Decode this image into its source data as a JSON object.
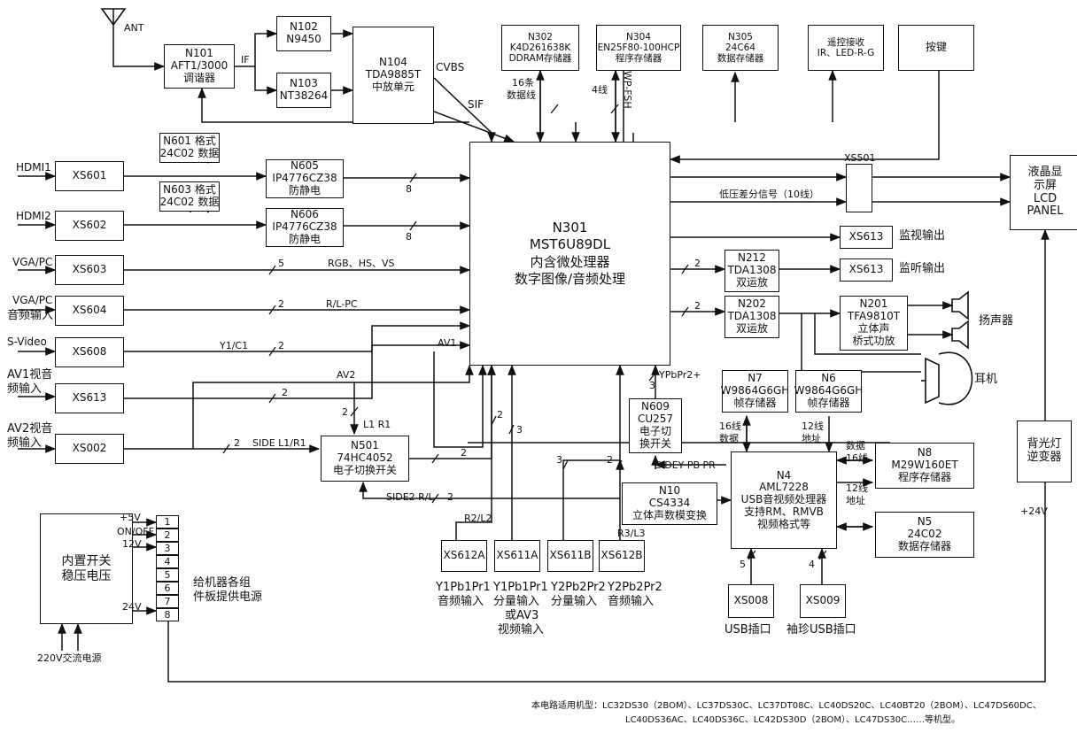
{
  "blocks": {
    "n101": [
      "N101",
      "AFT1/3000",
      "调谐器"
    ],
    "n102": [
      "N102",
      "N9450"
    ],
    "n103": [
      "N103",
      "NT38264"
    ],
    "n104": [
      "N104",
      "TDA9885T",
      "中放单元"
    ],
    "n302": [
      "N302",
      "K4D261638K",
      "DDRAM存储器"
    ],
    "n304": [
      "N304",
      "EN25F80-100HCP",
      "程序存储器"
    ],
    "n305": [
      "N305",
      "24C64",
      "数据存储器"
    ],
    "remote": [
      "遥控接收",
      "IR、LED-R-G"
    ],
    "keys": [
      "按键"
    ],
    "n601": [
      "N601 格式",
      "24C02 数据"
    ],
    "n603": [
      "N603 格式",
      "24C02 数据"
    ],
    "n605": [
      "N605",
      "IP4776CZ38",
      "防静电"
    ],
    "n606": [
      "N606",
      "IP4776CZ38",
      "防静电"
    ],
    "n301": [
      "N301",
      "MST6U89DL",
      "内含微处理器",
      "数字图像/音频处理"
    ],
    "xs501": [
      "XS501"
    ],
    "lcd": [
      "液晶显",
      "示屏",
      "LCD",
      "PANEL"
    ],
    "xs613_monitor": [
      "XS613"
    ],
    "xs613_listen": [
      "XS613"
    ],
    "n212": [
      "N212",
      "TDA1308",
      "双运放"
    ],
    "n202": [
      "N202",
      "TDA1308",
      "双运放"
    ],
    "n201": [
      "N201",
      "TFA9810T",
      "立体声",
      "桥式功放"
    ],
    "n7": [
      "N7",
      "W9864G6GH",
      "帧存储器"
    ],
    "n6": [
      "N6",
      "W9864G6GH",
      "帧存储器"
    ],
    "n609": [
      "N609",
      "CU257",
      "电子切",
      "换开关"
    ],
    "n501": [
      "N501",
      "74HC4052",
      "电子切换开关"
    ],
    "n10": [
      "N10",
      "CS4334",
      "立体声数模变换"
    ],
    "n4": [
      "N4",
      "AML7228",
      "USB音视频处理器",
      "支持RM、RMVB",
      "视频格式等"
    ],
    "n8": [
      "N8",
      "M29W160ET",
      "程序存储器"
    ],
    "n5": [
      "N5",
      "24C02",
      "数据存储器"
    ],
    "backlight": [
      "背光灯",
      "逆变器"
    ],
    "power": [
      "内置开关",
      "稳压电压"
    ],
    "xs601": [
      "XS601"
    ],
    "xs602": [
      "XS602"
    ],
    "xs603": [
      "XS603"
    ],
    "xs604": [
      "XS604"
    ],
    "xs608": [
      "XS608"
    ],
    "xs613_av1": [
      "XS613"
    ],
    "xs002": [
      "XS002"
    ],
    "xs612a": [
      "XS612A"
    ],
    "xs611a": [
      "XS611A"
    ],
    "xs611b": [
      "XS611B"
    ],
    "xs612b": [
      "XS612B"
    ],
    "xs008": [
      "XS008"
    ],
    "xs009": [
      "XS009"
    ]
  },
  "inputs": {
    "ant": "ANT",
    "hdmi1": "HDMI1",
    "hdmi2": "HDMI2",
    "vga": "VGA/PC",
    "vga_audio_1": "VGA/PC",
    "vga_audio_2": "音频输入",
    "svideo": "S-Video",
    "av1_1": "AV1视音",
    "av1_2": "频输入",
    "av2_1": "AV2视音",
    "av2_2": "频输入"
  },
  "outputs": {
    "monitor": "监视输出",
    "listen": "监听输出",
    "speaker": "扬声器",
    "earphone": "耳机"
  },
  "signals": {
    "if": "IF",
    "cvbs": "CVBS",
    "sif": "SIF",
    "bus16_1": "16条",
    "bus16_2": "数据线",
    "four_line": "4线",
    "wp_fsh": "WP-FSH",
    "bus8a": "8",
    "bus8b": "8",
    "five": "5",
    "rgb": "RGB、HS、VS",
    "two_rl": "2",
    "rl_pc": "R/L-PC",
    "two_y1": "2",
    "y1c1": "Y1/C1",
    "av1": "AV1",
    "av2": "AV2",
    "two_av2": "2",
    "l1r1": "L1 R1",
    "two_l1": "2",
    "two_side": "2",
    "side_l1r1": "SIDE L1/R1",
    "two_n501": "2",
    "side2": "SIDE2 R/L",
    "two_side2": "2",
    "r2l2": "R2/L2",
    "two_a": "2",
    "three_a": "3",
    "three_b": "3",
    "two_b": "2",
    "r3l3": "R3/L3",
    "ypbpr2": "YPbPr2+",
    "three_n609": "3",
    "sidey": "SIDEY PB PR",
    "lvds": "低压差分信号（10线）",
    "two_n212": "2",
    "two_n202": "2",
    "n7_16_1": "16线",
    "n7_16_2": "数据",
    "n6_12_1": "12线",
    "n6_12_2": "地址",
    "n8_data_1": "数据",
    "n8_data_2": "16线",
    "n8_addr_1": "12线",
    "n8_addr_2": "地址",
    "five_usb": "5",
    "four_usb": "4",
    "plus24": "+24V"
  },
  "power": {
    "pins": [
      "1",
      "2",
      "3",
      "4",
      "5",
      "6",
      "7",
      "8"
    ],
    "plus5": "+5V",
    "onoff": "ON/OFF",
    "v12": "12V",
    "v24": "24V",
    "mains": "220V交流电源",
    "supply_1": "给机器各组",
    "supply_2": "件板提供电源"
  },
  "bottom_labels": {
    "xs612a_1": "Y1Pb1Pr1",
    "xs612a_2": "音频输入",
    "xs611a_1": "Y1Pb1Pr1",
    "xs611a_2": "分量输入",
    "xs611a_3": "或AV3",
    "xs611a_4": "视频输入",
    "xs611b_1": "Y2Pb2Pr2",
    "xs611b_2": "分量输入",
    "xs612b_1": "Y2Pb2Pr2",
    "xs612b_2": "音频输入",
    "usb": "USB插口",
    "mini_usb": "袖珍USB插口"
  },
  "footer": {
    "line1": "本电路适用机型：LC32DS30（2BOM）、LC37DS30C、LC37DT08C、LC40DS20C、LC40BT20（2BOM）、LC47DS60DC、",
    "line2": "LC40DS36AC、LC40DS36C、LC42DS30D（2BOM）、LC47DS30C……等机型。"
  }
}
